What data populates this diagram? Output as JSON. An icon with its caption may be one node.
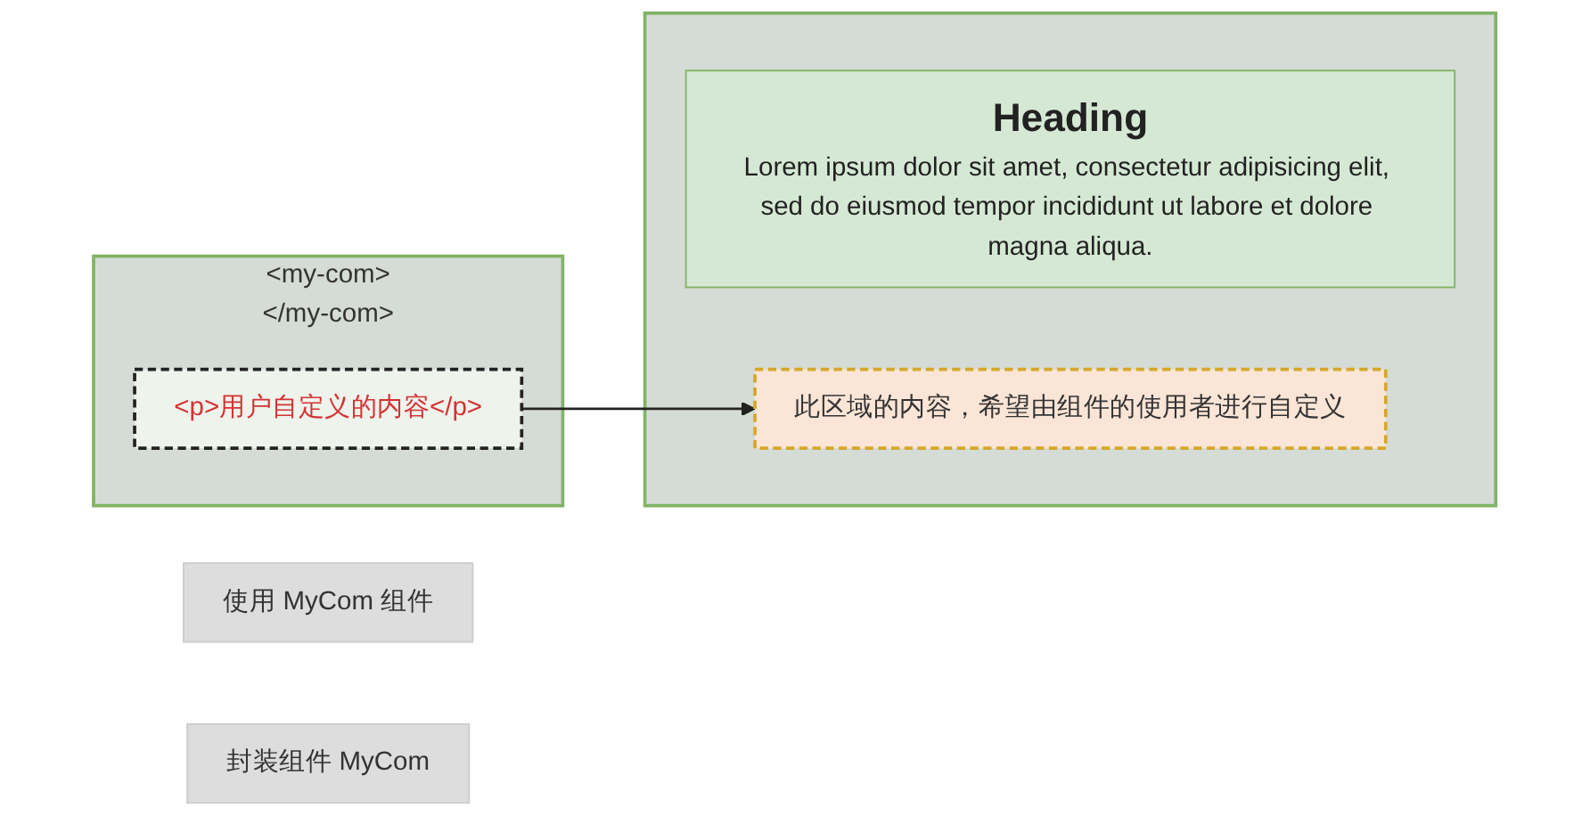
{
  "diagram": {
    "nodes": [
      {
        "text": [
          "使用 MyCom 组件"
        ]
      },
      {
        "text": [
          "<my-com>",
          "</my-com>"
        ]
      },
      {
        "text": [
          "<p>用户自定义的内容</p>"
        ],
        "in": 1
      },
      {
        "text": [
          "封装组件 MyCom"
        ]
      },
      {
        "text": [],
        "shape": "box"
      },
      {
        "text": [
          "Heading",
          "Lorem ipsum dolor sit amet, consectetur adipisicing elit, sed do eiusmod tempor incididunt ut labore et dolore magna aliqua."
        ],
        "in": 4
      },
      {
        "text": [
          "此区域的内容，希望由组件的使用者进行自定义"
        ],
        "in": 4
      }
    ],
    "edges": [
      {
        "from": 2,
        "to": 6,
        "arrow": "to"
      }
    ]
  }
}
